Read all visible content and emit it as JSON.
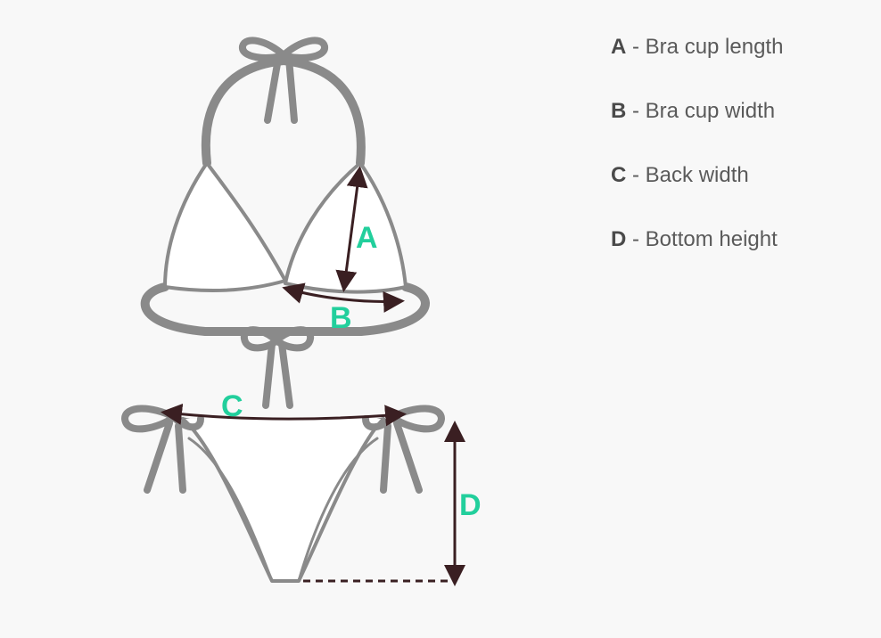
{
  "diagram": {
    "labels": {
      "a": "A",
      "b": "B",
      "c": "C",
      "d": "D"
    },
    "colors": {
      "outline": "#8a8a8a",
      "arrow": "#3a1f22",
      "label": "#22cf9c",
      "text": "#5a5a5a"
    }
  },
  "legend": [
    {
      "letter": "A",
      "text": "Bra cup length"
    },
    {
      "letter": "B",
      "text": "Bra cup width"
    },
    {
      "letter": "C",
      "text": "Back width"
    },
    {
      "letter": "D",
      "text": "Bottom height"
    }
  ]
}
